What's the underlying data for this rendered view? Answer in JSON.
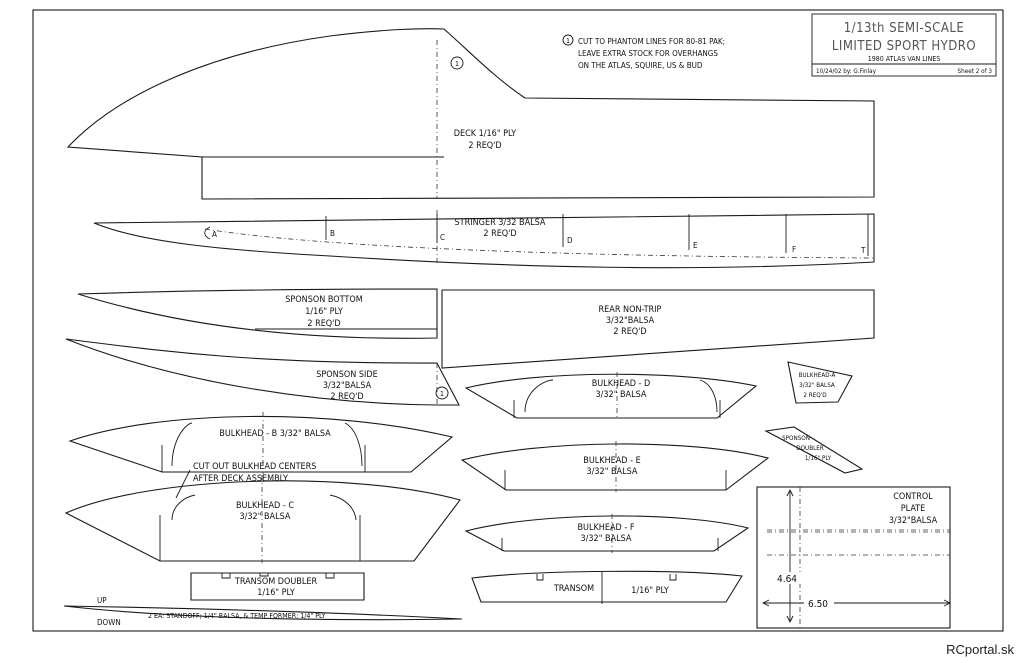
{
  "title_block": {
    "line1": "1/13th SEMI-SCALE",
    "line2": "LIMITED SPORT HYDRO",
    "line3": "1980 ATLAS VAN LINES",
    "date_author": "10/24/02 by: G.Finlay",
    "sheet": "Sheet 2 of 3"
  },
  "note": {
    "marker": "1",
    "line1": "CUT TO PHANTOM LINES FOR 80-81 PAK;",
    "line2": "LEAVE EXTRA STOCK FOR OVERHANGS",
    "line3": "ON THE ATLAS, SQUIRE, US & BUD"
  },
  "parts": {
    "deck": {
      "line1": "DECK 1/16\" PLY",
      "line2": "2 REQ'D",
      "marker": "1"
    },
    "stringer": {
      "line1": "STRINGER 3/32 BALSA",
      "line2": "2 REQ'D",
      "stations": [
        "A",
        "B",
        "C",
        "D",
        "E",
        "F",
        "T"
      ]
    },
    "sponson_bottom": {
      "line1": "SPONSON BOTTOM",
      "line2": "1/16\" PLY",
      "line3": "2 REQ'D"
    },
    "rear_non_trip": {
      "line1": "REAR NON-TRIP",
      "line2": "3/32\"BALSA",
      "line3": "2 REQ'D"
    },
    "sponson_side": {
      "line1": "SPONSON SIDE",
      "line2": "3/32\"BALSA",
      "line3": "2 REQ'D",
      "marker": "1"
    },
    "bulkhead_d": {
      "line1": "BULKHEAD - D",
      "line2": "3/32\" BALSA"
    },
    "bulkhead_a": {
      "line1": "BULKHEAD-A",
      "line2": "3/32\" BALSA",
      "line3": "2 REQ'D"
    },
    "bulkhead_b": {
      "line1": "BULKHEAD - B 3/32\" BALSA"
    },
    "bulkhead_c": {
      "line1": "BULKHEAD - C",
      "line2": "3/32\" BALSA"
    },
    "bulkhead_e": {
      "line1": "BULKHEAD - E",
      "line2": "3/32\" BALSA"
    },
    "bulkhead_f": {
      "line1": "BULKHEAD - F",
      "line2": "3/32\" BALSA"
    },
    "cut_note": {
      "line1": "CUT OUT BULKHEAD CENTERS",
      "line2": "AFTER DECK ASSEMBLY"
    },
    "sponson_doubler": {
      "line1": "SPONSON",
      "line2": "DOUBLER",
      "line3": "1/16\" PLY"
    },
    "control_plate": {
      "line1": "CONTROL",
      "line2": "PLATE",
      "line3": "3/32\"BALSA",
      "height": "4.64",
      "width": "6.50"
    },
    "transom_doubler": {
      "line1": "TRANSOM DOUBLER",
      "line2": "1/16\" PLY"
    },
    "transom": {
      "label": "TRANSOM",
      "material": "1/16\" PLY"
    },
    "standoff": {
      "up": "UP",
      "down": "DOWN",
      "note": "2 EA: STANDOFF; 1/4\" BALSA, & TEMP FORMER; 1/4\" PLY"
    }
  },
  "watermark": "RCportal.sk"
}
